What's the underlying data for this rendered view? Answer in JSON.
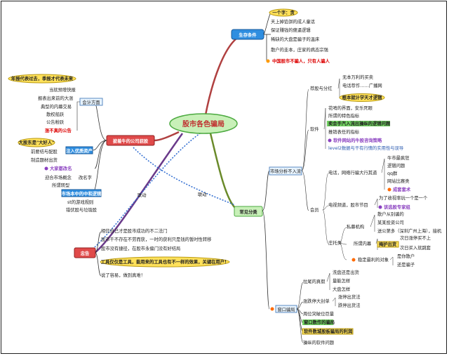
{
  "center": "股市各色骗局",
  "branches": {
    "survival": "生存条件",
    "listed": "披着牛的公司屁股",
    "kernel": "忠告",
    "types": "常见分类"
  },
  "survival_items": [
    "一个字：贪",
    "天上掉馅饼的成人童话",
    "保证赚钱的傻逼逻辑",
    "稀缺的大盘是骗子的温床",
    "散户的韭本，庄家的病态宗强",
    "中国股市不骗人，只有人骗人"
  ],
  "listed_top_label": "年报代表过去，季报才代表未来",
  "listed_sub1": "会计方面",
  "listed_sub1_items": [
    "当就预增快报",
    "报表出来前的大涨",
    "典型的内幕交易",
    "散权船跃",
    "公告粉跃",
    "涨不真的公告"
  ],
  "listed_sub2": "注入优质资产",
  "listed_sub2_label": "大股东是\"大好人\"",
  "listed_sub2_items": [
    "前要结与配股",
    "制造题材出货"
  ],
  "listed_sub3": "大家都改名",
  "listed_sub3_items": [
    "迎合市场概念",
    "改名字",
    "所谓转型"
  ],
  "listed_sub4": "市场本中的中和逻辑",
  "listed_sub4_items": [
    "st的游戏规则",
    "错伏股与垃圾股"
  ],
  "kernel_items": [
    "相信自己才是股市成功的不二法门",
    "股市千不存在不劳而获，一时的获利只是钱的暂时性转移",
    "股市没有捷径，在股市永偏门没有好结局",
    "工具仅仅是工具，能用来的工具也有不一样的效果，关键在用户！",
    "说了容易，做到真难！"
  ],
  "types_group1": "市场分析不入流",
  "types_g1_a": "荐股与分红",
  "types_g1_a_items": [
    "无本万利的买卖",
    "电话荐作……广播网",
    "根本就计学天才逻辑"
  ],
  "types_g1_b": "软件",
  "types_g1_b_items": [
    "花哨的界面，安乐死眼",
    "所谓的特色指标",
    "卖会手汽入流出操纵的逻辑问题",
    "推销表任的指标",
    "软件网站的牛股咨询策略",
    "level2数据与干有行情的实用性与误导"
  ],
  "types_g1_c": "会员",
  "types_g1_c_sub1": "电话，网络行骗大行其道",
  "types_g1_c_sub1_items": [
    "牛市最疯狂",
    "逻辑问题",
    "qq群",
    "网站比赛类",
    "成套套术"
  ],
  "types_g1_c_sub2": "电视频道，股市节目",
  "types_g1_c_sub2_items": [
    "为了收视率玩一个是一个",
    "该选股专家组"
  ],
  "types_g1_c_sub3": "庄托类",
  "types_g1_c_sub3_a": "私募机构",
  "types_g1_c_sub3_a_items": [
    "散户从别骗的",
    "某某投资公司",
    "送公第多（深圳广州上海），接机"
  ],
  "types_g1_c_sub3_b": "所谓内幕",
  "types_g1_c_sub3_b_items": [
    "掩护出货",
    "次日涨停买不上",
    "次日买入就跳套"
  ],
  "types_g1_c_sub3_c": "稳定最利的对象",
  "types_g1_c_sub3_c_items": [
    "是你散户",
    "还是骗子"
  ],
  "types_group2": "窗口骗局",
  "types_g2_a": "拉尾的真假",
  "types_g2_a_items": [
    "洗盘还是出货",
    "量能怎样",
    "大盘怎样"
  ],
  "types_g2_b": "涨跌停大封单",
  "types_g2_b_items": [
    "涨停出货法",
    "跌停出货法"
  ],
  "types_g2_c_items": [
    "周位突破位巨量",
    "窗口数作的骗局",
    "软件数城股板骗局的利润",
    "操纵的软件问题"
  ],
  "connector_label_1": "联动",
  "connector_label_2": "联动"
}
